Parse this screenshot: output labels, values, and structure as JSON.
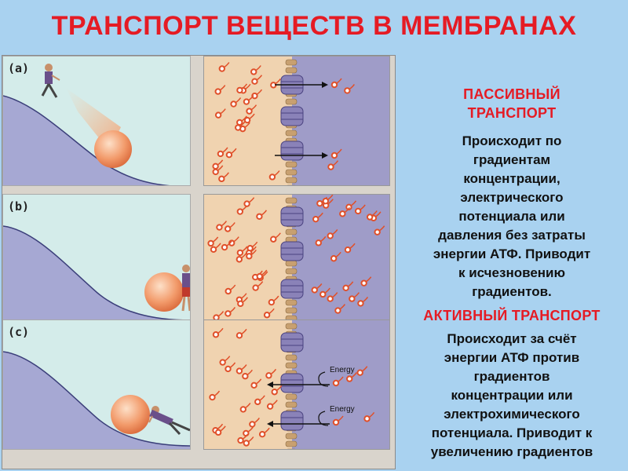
{
  "title": "ТРАНСПОРТ ВЕЩЕСТВ В МЕМБРАНАХ",
  "figure": {
    "panels": [
      {
        "tag": "(a)"
      },
      {
        "tag": "(b)"
      },
      {
        "tag": "(c)"
      }
    ],
    "energy_label": "Energy"
  },
  "passive": {
    "heading_line1": "ПАССИВНЫЙ",
    "heading_line2": "ТРАНСПОРТ",
    "lines": [
      "Происходит по",
      "градиентам",
      "концентрации,",
      "электрического",
      "потенциала или",
      "давления без затраты",
      "энергии АТФ. Приводит",
      "к исчезновению",
      "градиентов."
    ]
  },
  "active": {
    "heading": "АКТИВНЫЙ ТРАНСПОРТ",
    "lines": [
      "Происходит за счёт",
      "энергии АТФ против",
      "градиентов",
      "концентрации или",
      "электрохимического",
      "потенциала. Приводит к",
      "увеличению градиентов"
    ]
  },
  "colors": {
    "title": "#e51b24",
    "background": "#a9d2f0",
    "slope": "#a6a8d3",
    "ball": "#f08a5a",
    "membrane": "#8a82b8",
    "molecule": "#e0502a"
  }
}
